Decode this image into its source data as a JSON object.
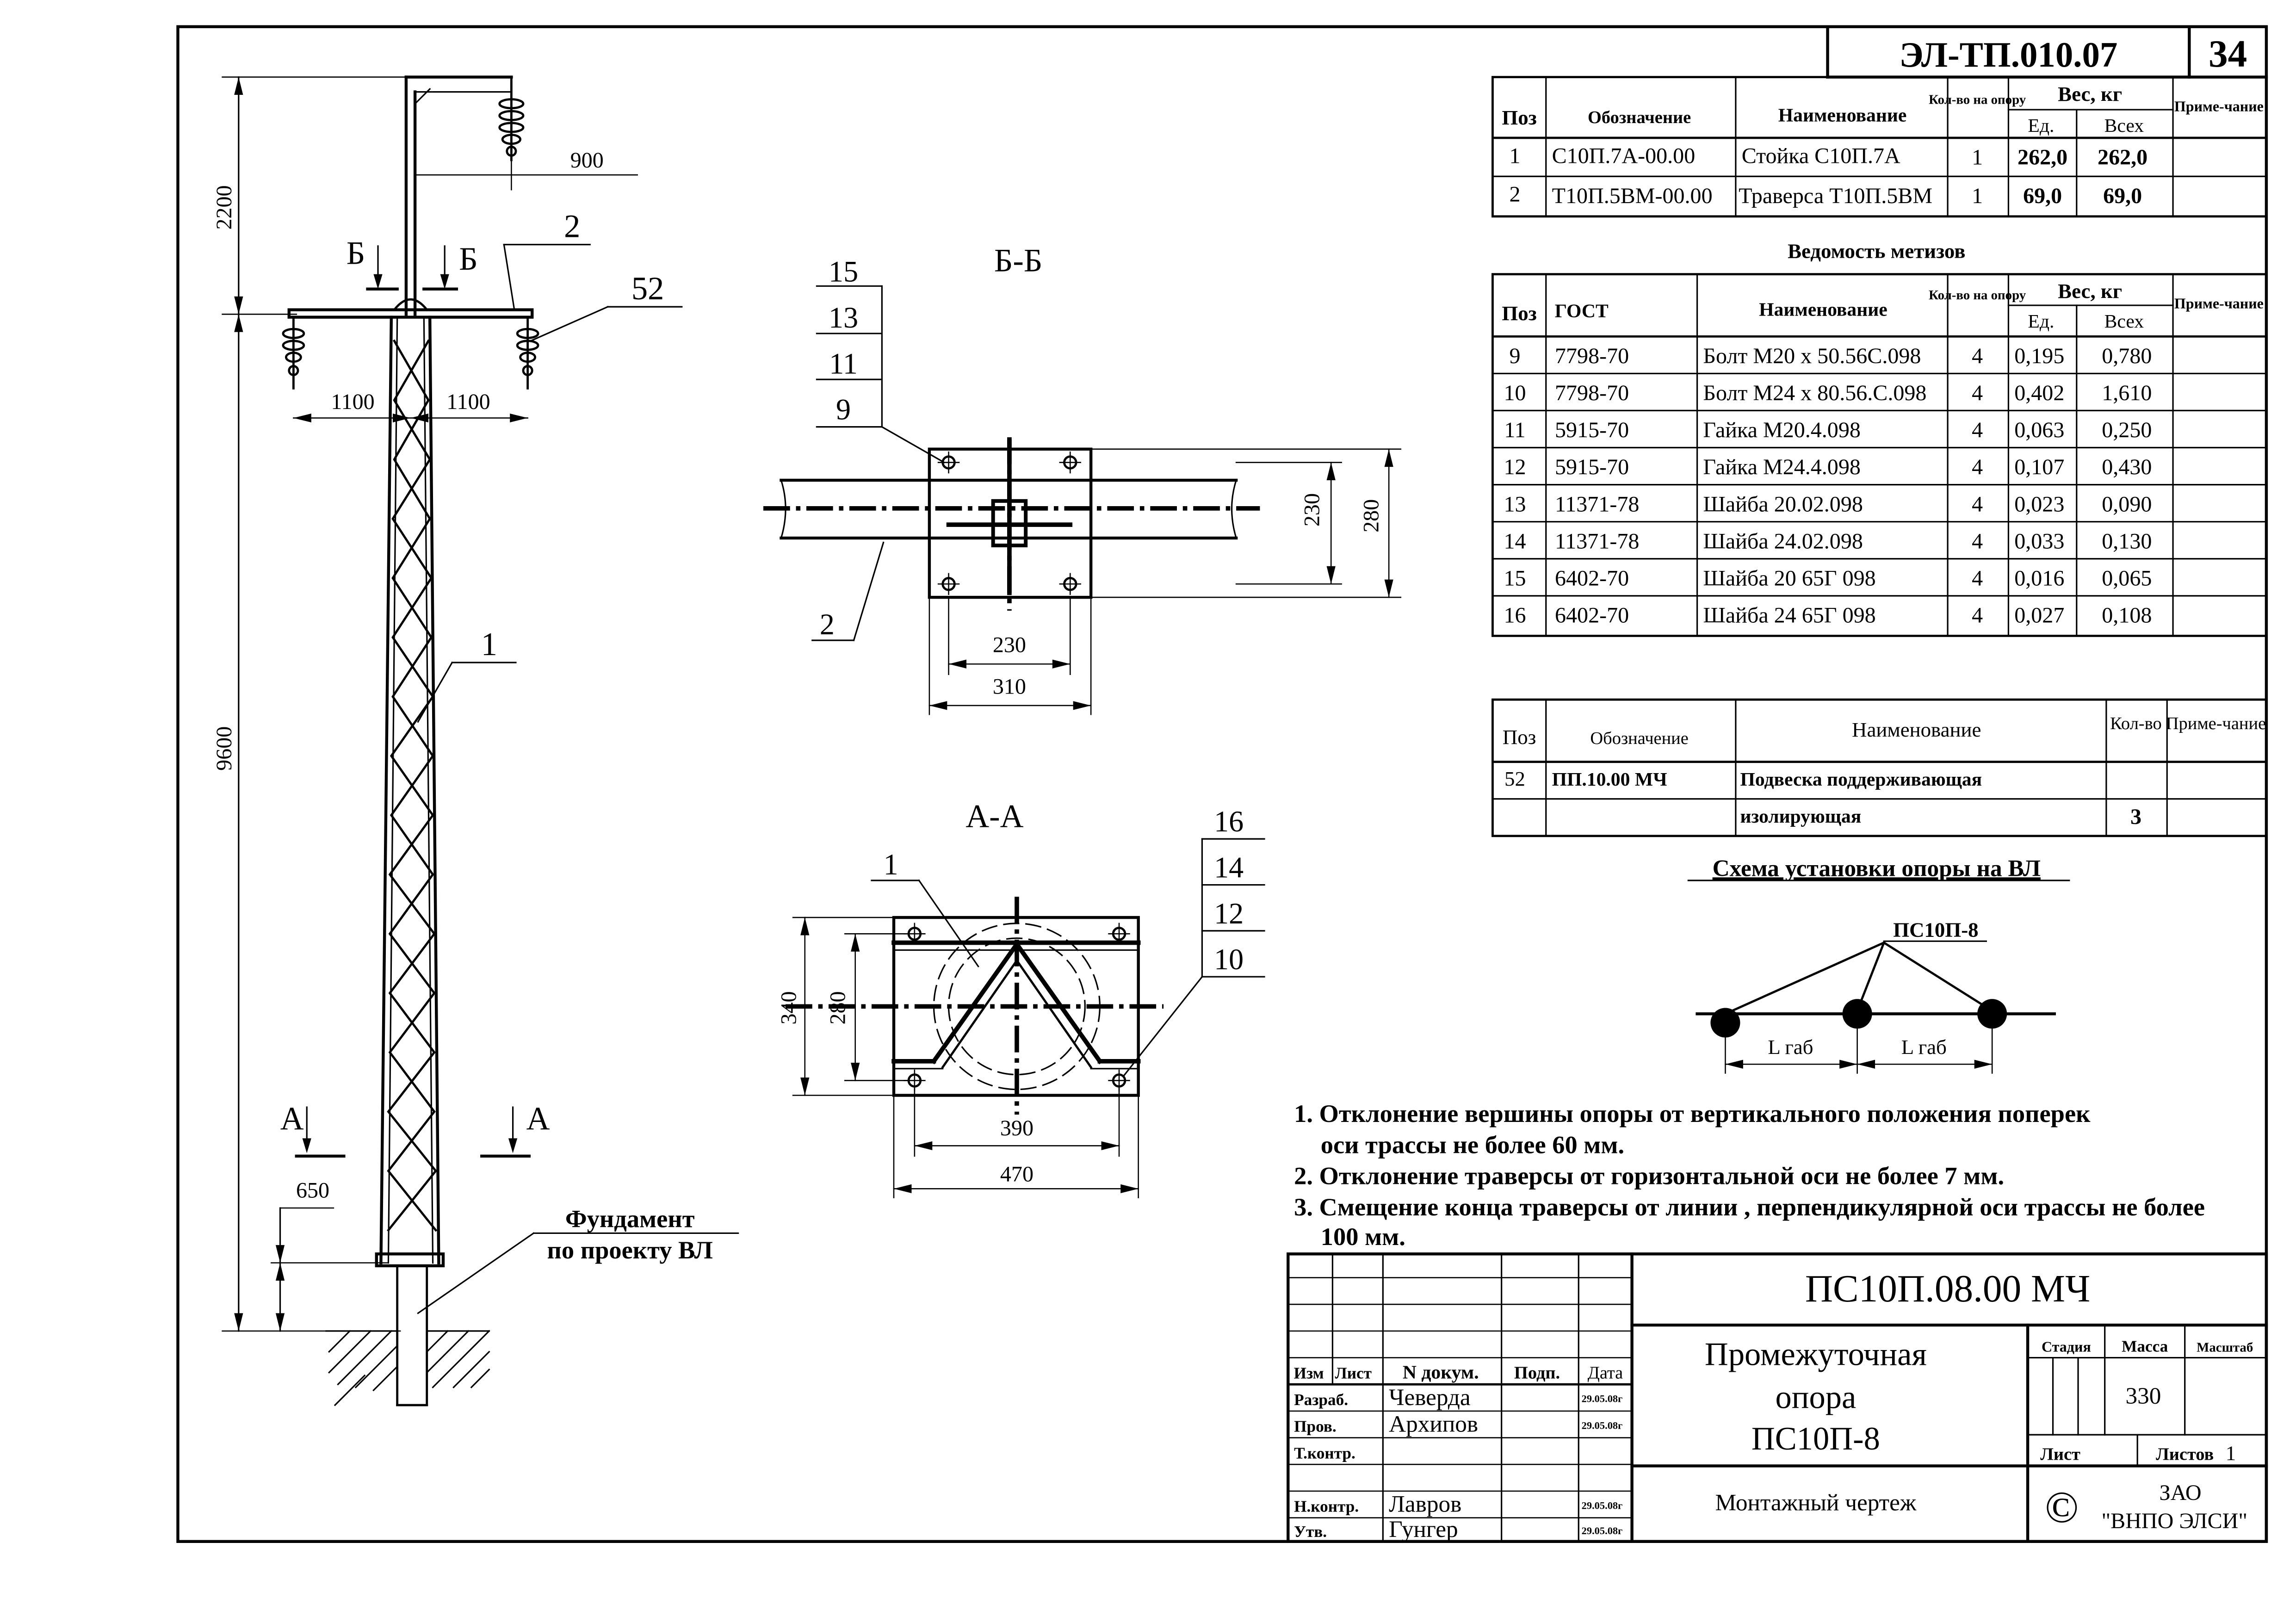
{
  "doc_code": "ЭЛ-ТП.010.07",
  "sheet_number": "34",
  "parts_table": {
    "headers": [
      "Поз",
      "Обозначение",
      "Наименование",
      "Кол-во на опору",
      "Вес, кг",
      "Ед.",
      "Всех",
      "Приме-чание"
    ],
    "rows": [
      [
        "1",
        "С10П.7А-00.00",
        "Стойка   С10П.7А",
        "1",
        "262,0",
        "262,0",
        ""
      ],
      [
        "2",
        "Т10П.5ВМ-00.00",
        "Траверса  Т10П.5ВМ",
        "1",
        "69,0",
        "69,0",
        ""
      ]
    ]
  },
  "hardware_title": "Ведомость метизов",
  "hardware_table": {
    "headers": [
      "Поз",
      "ГОСТ",
      "Наименование",
      "Кол-во на опору",
      "Вес, кг",
      "Ед.",
      "Всех",
      "Приме-чание"
    ],
    "rows": [
      [
        "9",
        "7798-70",
        "Болт М20 х 50.56С.098",
        "4",
        "0,195",
        "0,780",
        ""
      ],
      [
        "10",
        "7798-70",
        "Болт М24 х 80.56.С.098",
        "4",
        "0,402",
        "1,610",
        ""
      ],
      [
        "11",
        "5915-70",
        "Гайка  М20.4.098",
        "4",
        "0,063",
        "0,250",
        ""
      ],
      [
        "12",
        "5915-70",
        "Гайка  М24.4.098",
        "4",
        "0,107",
        "0,430",
        ""
      ],
      [
        "13",
        "11371-78",
        "Шайба  20.02.098",
        "4",
        "0,023",
        "0,090",
        ""
      ],
      [
        "14",
        "11371-78",
        "Шайба  24.02.098",
        "4",
        "0,033",
        "0,130",
        ""
      ],
      [
        "15",
        "6402-70",
        "Шайба  20 65Г 098",
        "4",
        "0,016",
        "0,065",
        ""
      ],
      [
        "16",
        "6402-70",
        "Шайба  24 65Г 098",
        "4",
        "0,027",
        "0,108",
        ""
      ]
    ]
  },
  "suspension_table": {
    "headers": [
      "Поз",
      "Обозначение",
      "Наименование",
      "Кол-во",
      "Приме-чание"
    ],
    "row": {
      "pos": "52",
      "code": "ПП.10.00 МЧ",
      "name1": "Подвеска поддерживающая",
      "name2": "изолирующая",
      "qty": "3",
      "note": ""
    }
  },
  "scheme": {
    "title": "Схема установки опоры на ВЛ",
    "support_label": "ПС10П-8",
    "span_label": "L габ"
  },
  "notes": [
    "1. Отклонение вершины опоры от вертикального положения поперек",
    "оси трассы не более 60 мм.",
    "2. Отклонение траверсы от горизонтальной оси не более  7 мм.",
    "3. Смещение конца траверсы от линии , перпендикулярной оси трассы не более",
    "100 мм."
  ],
  "elevation": {
    "dims": {
      "top": "2200",
      "height": "9600",
      "bury": "650",
      "arm_top": "900",
      "arm_left": "1100",
      "arm_right": "1100"
    },
    "section_b": "Б",
    "section_a": "А",
    "callouts": {
      "stand": "1",
      "crossarm": "2",
      "suspension": "52"
    },
    "foundation": [
      "Фундамент",
      "по проекту ВЛ"
    ]
  },
  "section_bb": {
    "title": "Б-Б",
    "callouts": [
      "15",
      "13",
      "11",
      "9"
    ],
    "crossarm_callout": "2",
    "dims": {
      "inner_w": "230",
      "outer_w": "310",
      "inner_h": "230",
      "outer_h": "280"
    }
  },
  "section_aa": {
    "title": "А-А",
    "callout_left": "1",
    "callouts_right": [
      "16",
      "14",
      "12",
      "10"
    ],
    "dims": {
      "inner_h": "280",
      "outer_h": "340",
      "inner_w": "390",
      "outer_w": "470"
    }
  },
  "title_block": {
    "designation": "ПС10П.08.00 МЧ",
    "name": [
      "Промежуточная",
      "опора",
      "ПС10П-8"
    ],
    "drawing_type": "Монтажный чертеж",
    "col_headers": [
      "Изм",
      "Лист",
      "N докум.",
      "Подп.",
      "Дата"
    ],
    "roles": [
      {
        "role": "Разраб.",
        "name": "Чеверда",
        "date": "29.05.08г"
      },
      {
        "role": "Пров.",
        "name": "Архипов",
        "date": "29.05.08г"
      },
      {
        "role": "Т.контр.",
        "name": "",
        "date": ""
      },
      {
        "role": "Н.контр.",
        "name": "Лавров",
        "date": "29.05.08г"
      },
      {
        "role": "Утв.",
        "name": "Гунгер",
        "date": "29.05.08г"
      }
    ],
    "stage_label": "Стадия",
    "mass_label": "Масса",
    "scale_label": "Масштаб",
    "mass": "330",
    "sheet_label": "Лист",
    "sheets_label": "Листов",
    "sheets": "1",
    "copyright": "©",
    "company": [
      "ЗАО",
      "\"ВНПО ЭЛСИ\""
    ]
  }
}
